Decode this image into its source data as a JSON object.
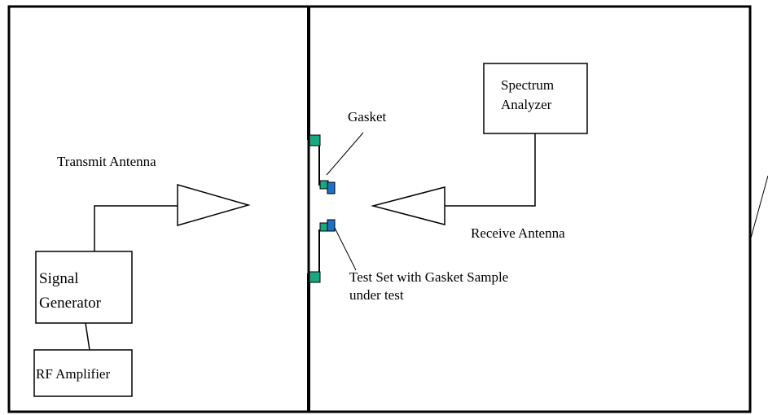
{
  "labels": {
    "transmit_antenna": "Transmit Antenna",
    "receive_antenna": "Receive Antenna",
    "gasket": "Gasket",
    "test_set_line1": "Test Set with Gasket Sample",
    "test_set_line2": "under test"
  },
  "boxes": {
    "spectrum_analyzer_line1": "Spectrum",
    "spectrum_analyzer_line2": "Analyzer",
    "signal_generator_line1": "Signal",
    "signal_generator_line2": "Generator",
    "rf_amplifier": "RF Amplifier"
  },
  "colors": {
    "wall_flange": "#1aa882",
    "gasket_sample": "#1f6fc4",
    "line": "#000000"
  }
}
